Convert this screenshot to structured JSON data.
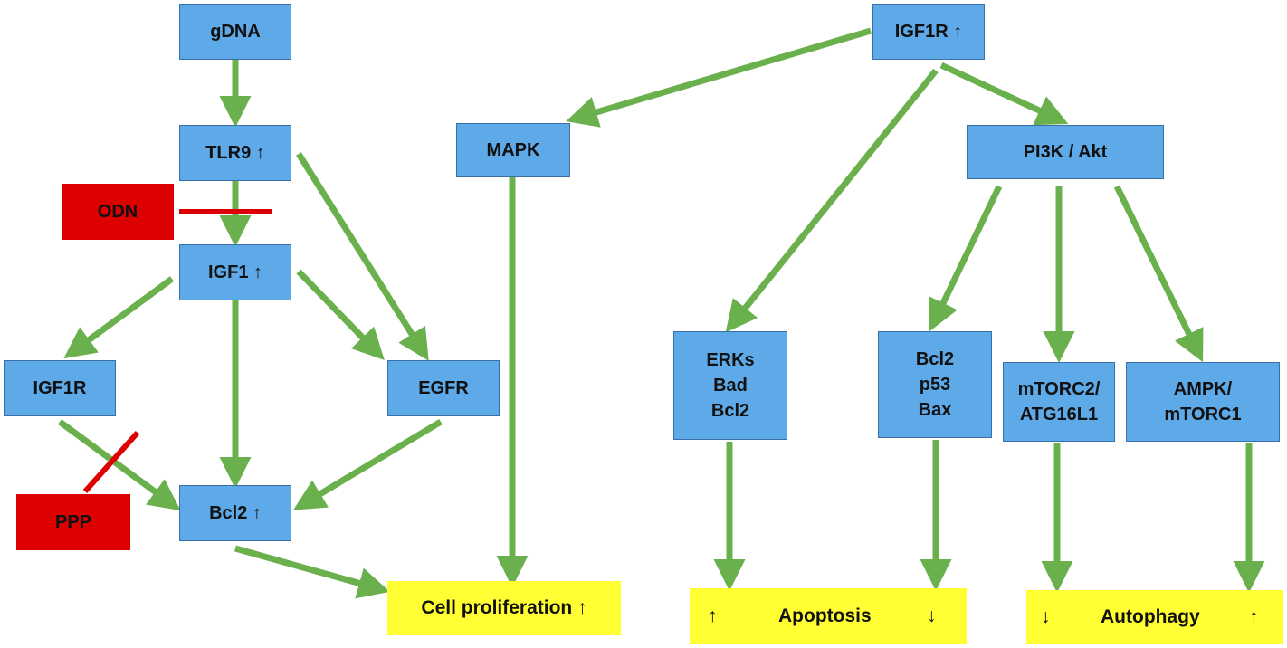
{
  "nodes": {
    "gdna": "gDNA",
    "tlr9": "TLR9 ↑",
    "igf1": "IGF1 ↑",
    "igf1r_left": "IGF1R",
    "egfr": "EGFR",
    "bcl2_left": "Bcl2 ↑",
    "mapk": "MAPK",
    "igf1r_top": "IGF1R ↑",
    "pi3k": "PI3K / Akt",
    "erks": [
      "ERKs",
      "Bad",
      "Bcl2"
    ],
    "bcl2_group": [
      "Bcl2",
      "p53",
      "Bax"
    ],
    "mtorc2": [
      "mTORC2/",
      "ATG16L1"
    ],
    "ampk": [
      "AMPK/",
      "mTORC1"
    ]
  },
  "inhibitors": {
    "odn": "ODN",
    "ppp": "PPP"
  },
  "outcomes": {
    "cell_proliferation": "Cell proliferation ↑",
    "apoptosis": {
      "left": "↑",
      "label": "Apoptosis",
      "right": "↓"
    },
    "autophagy": {
      "left": "↓",
      "label": "Autophagy",
      "right": "↑"
    }
  },
  "colors": {
    "node_fill": "#5ea9e8",
    "arrow": "#6ab04c",
    "inhibitor": "#dd0000",
    "outcome": "#ffff33"
  }
}
